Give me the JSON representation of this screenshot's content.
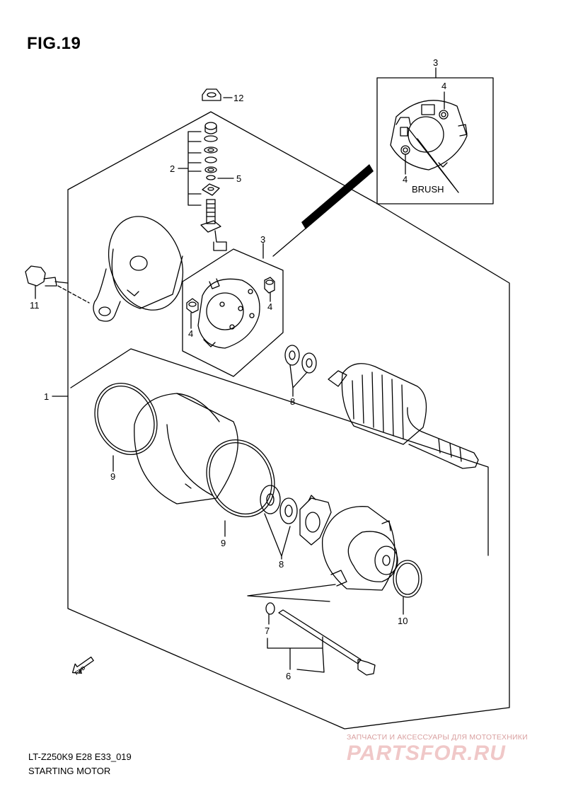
{
  "figure": {
    "title": "FIG.19"
  },
  "callouts": {
    "c1": "1",
    "c2": "2",
    "c3_inset": "3",
    "c3": "3",
    "c4_inset_top": "4",
    "c4_inset_bottom": "4",
    "c4_right": "4",
    "c4_left": "4",
    "c5": "5",
    "c6": "6",
    "c7": "7",
    "c8_upper": "8",
    "c8_lower": "8",
    "c9_left": "9",
    "c9_right": "9",
    "c10": "10",
    "c11": "11",
    "c12": "12"
  },
  "inset": {
    "label": "BRUSH"
  },
  "fwd_label": "FWD",
  "footer": {
    "model": "LT-Z250K9 E28 E33_019",
    "name": "STARTING MOTOR"
  },
  "watermark": {
    "tagline": "ЗАПЧАСТИ И АКСЕССУАРЫ ДЛЯ МОТОТЕХНИКИ",
    "brand": "PARTSFOR.RU"
  }
}
